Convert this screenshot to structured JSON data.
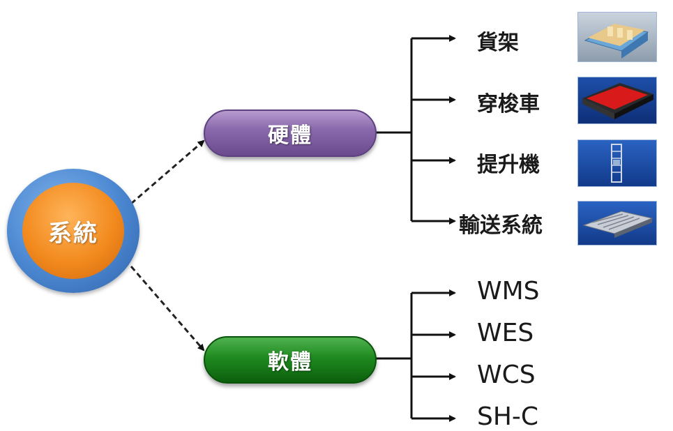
{
  "root": {
    "label": "系統"
  },
  "hardware": {
    "label": "硬體",
    "items": [
      {
        "label": "貨架",
        "image": "shelving-rack-image"
      },
      {
        "label": "穿梭車",
        "image": "shuttle-car-image"
      },
      {
        "label": "提升機",
        "image": "lift-image"
      },
      {
        "label": "輸送系統",
        "image": "conveyor-image"
      }
    ]
  },
  "software": {
    "label": "軟體",
    "items": [
      {
        "label": "WMS"
      },
      {
        "label": "WES"
      },
      {
        "label": "WCS"
      },
      {
        "label": "SH-C"
      }
    ]
  },
  "colors": {
    "hardware_pill": "#7a5a9e",
    "software_pill": "#1a7a1a",
    "root_outer": "#4a86d0",
    "root_inner": "#f28a1e"
  }
}
